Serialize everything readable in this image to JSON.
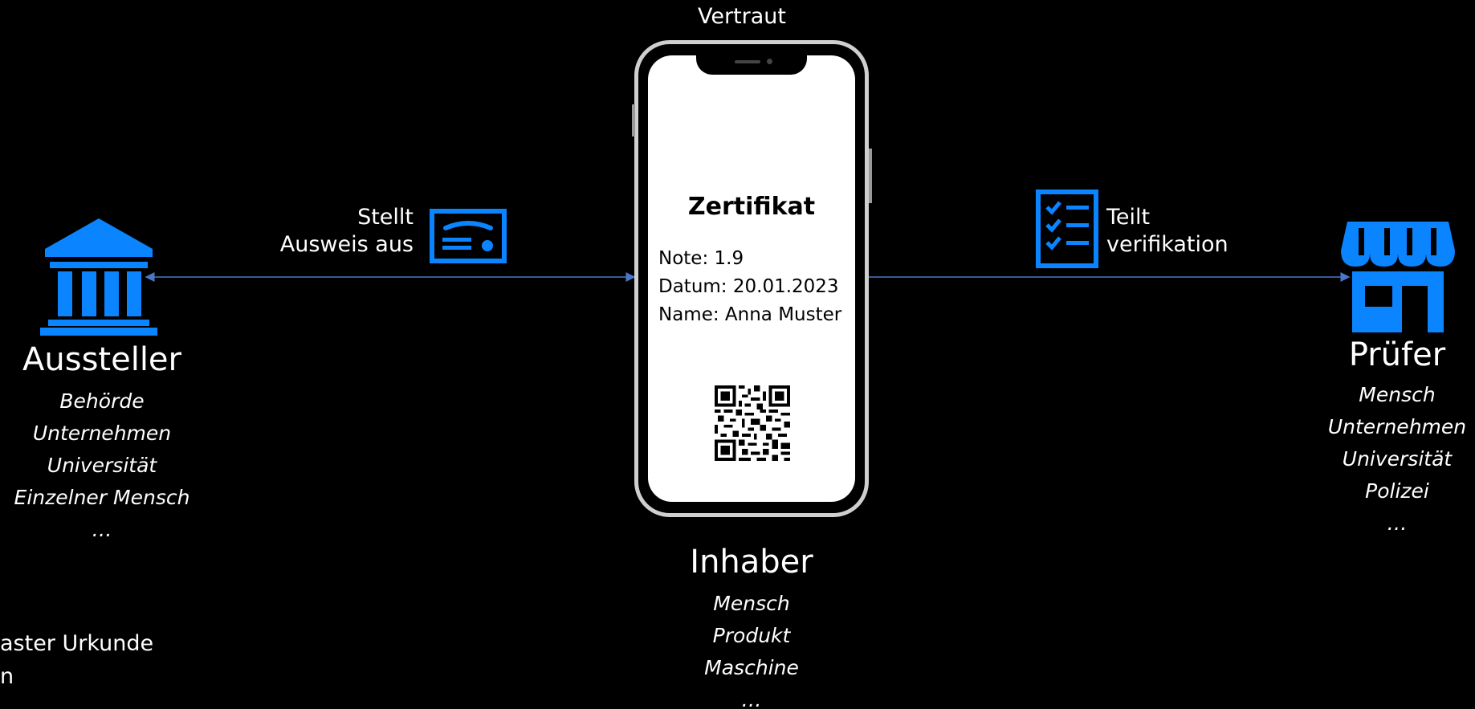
{
  "colors": {
    "background": "#000000",
    "accent": "#0a84ff",
    "text": "#ffffff",
    "phone_screen": "#ffffff"
  },
  "top_label": "Vertraut",
  "issuer": {
    "title": "Aussteller",
    "items": [
      "Behörde",
      "Unternehmen",
      "Universität",
      "Einzelner Mensch",
      "…"
    ],
    "icon": "government-building-icon"
  },
  "issue_action": {
    "line1": "Stellt",
    "line2": "Ausweis aus",
    "icon": "certificate-card-icon"
  },
  "phone": {
    "title": "Zertifikat",
    "fields": [
      "Note: 1.9",
      "Datum: 20.01.2023",
      "Name: Anna Muster"
    ],
    "icon": "qr-code-icon"
  },
  "holder": {
    "title": "Inhaber",
    "items": [
      "Mensch",
      "Produkt",
      "Maschine",
      "…"
    ]
  },
  "share_action": {
    "line1": "Teilt",
    "line2": "verifikation",
    "icon": "checklist-icon"
  },
  "verifier": {
    "title": "Prüfer",
    "items": [
      "Mensch",
      "Unternehmen",
      "Universität",
      "Polizei",
      "…"
    ],
    "icon": "storefront-icon"
  },
  "bottom_left": {
    "line1": "aster Urkunde",
    "line2": "n"
  }
}
